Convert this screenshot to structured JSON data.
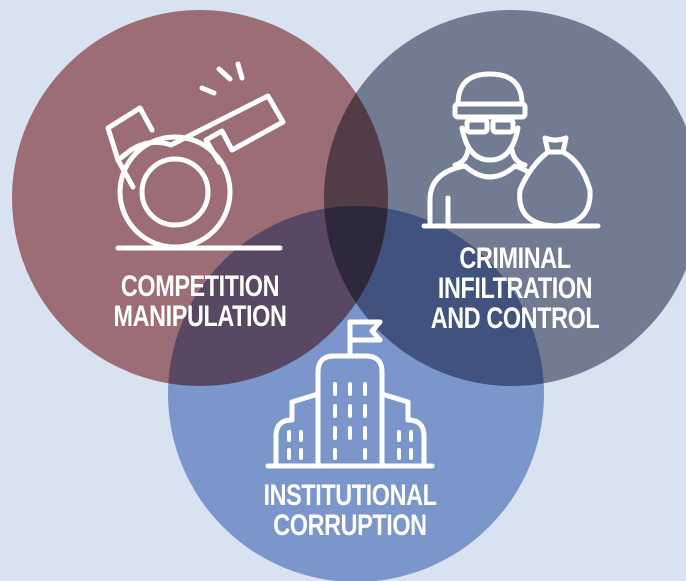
{
  "diagram": {
    "sets": [
      {
        "id": "competition",
        "lines": [
          "COMPETITION",
          "MANIPULATION"
        ],
        "icon": "whistle-icon",
        "color": "#b87b7c"
      },
      {
        "id": "criminal",
        "lines": [
          "CRIMINAL",
          "INFILTRATION",
          "AND CONTROL"
        ],
        "icon": "robber-with-money-bag-icon",
        "color": "#858c9c"
      },
      {
        "id": "institutional",
        "lines": [
          "INSTITUTIONAL",
          "CORRUPTION"
        ],
        "icon": "institution-buildings-icon",
        "color": "#8fa9d8"
      }
    ],
    "background": "#d9e2f0"
  }
}
